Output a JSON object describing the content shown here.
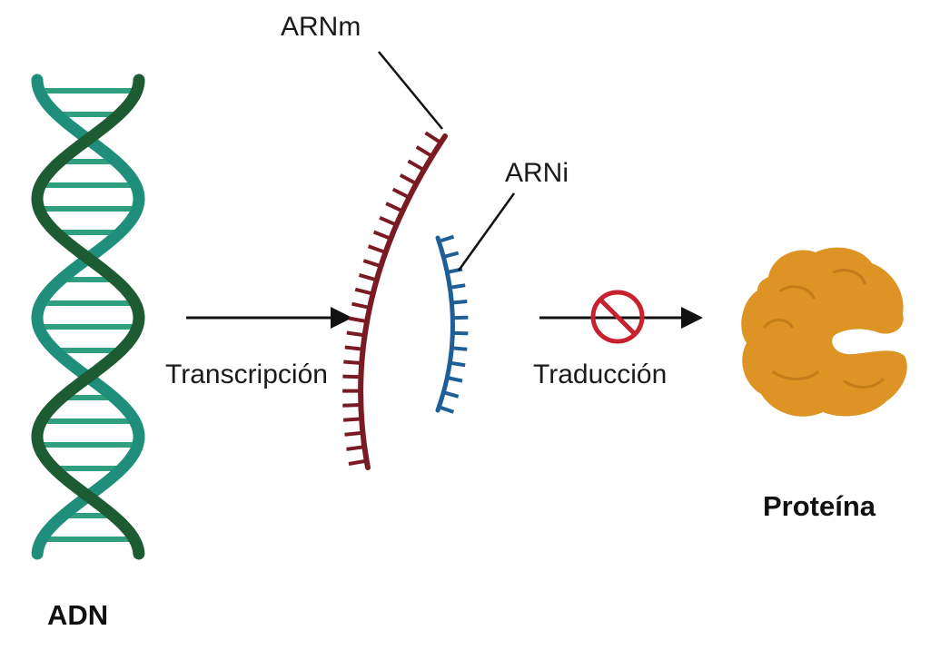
{
  "labels": {
    "dna": "ADN",
    "mrna": "ARNm",
    "rnai": "ARNi",
    "transcription": "Transcripción",
    "translation": "Traducción",
    "protein": "Proteína"
  },
  "colors": {
    "dna_strand_dark": "#1d5b33",
    "dna_strand_light": "#1f8f7c",
    "dna_rungs": "#2f9f7f",
    "mrna": "#7a1a22",
    "rnai": "#1d5f96",
    "arrow": "#111111",
    "block_symbol": "#c8202e",
    "protein": "#dd9425",
    "protein_shade": "#c27c1a"
  },
  "icons": {
    "dna": "dna-double-helix-icon",
    "mrna": "mrna-strand-icon",
    "rnai": "rnai-strand-icon",
    "blocked": "prohibited-icon",
    "protein": "protein-blob-icon"
  }
}
